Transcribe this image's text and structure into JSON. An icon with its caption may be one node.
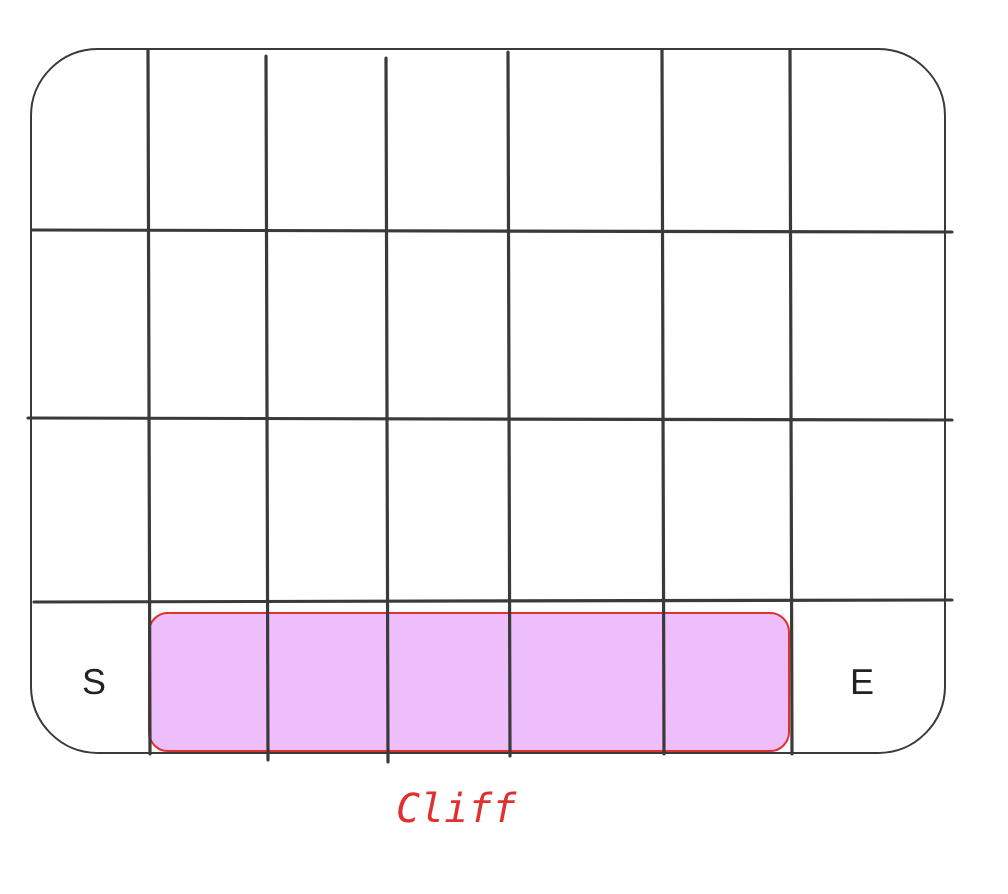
{
  "diagram": {
    "nodes": [
      {
        "text": [
          "Cliff"
        ]
      }
    ],
    "labels": [
      "S",
      "E"
    ]
  }
}
